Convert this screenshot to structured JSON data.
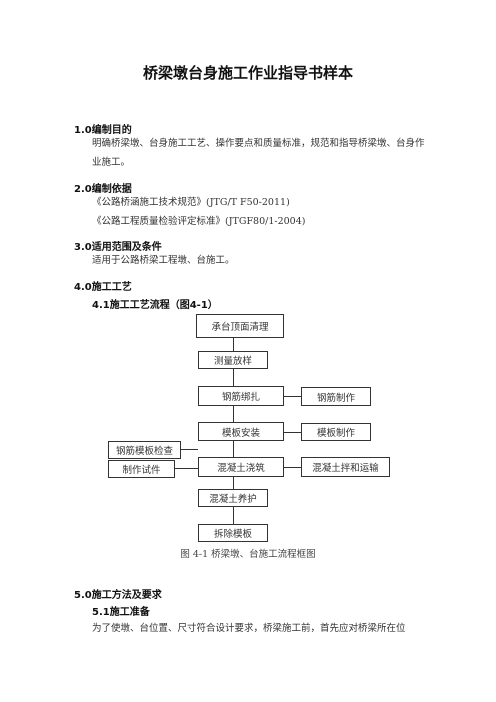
{
  "title": "桥梁墩台身施工作业指导书样本",
  "sections": {
    "s1": {
      "heading": "1.0编制目的",
      "body": "明确桥梁墩、台身施工工艺、操作要点和质量标准，规范和指导桥梁墩、台身作业施工。"
    },
    "s2": {
      "heading": "2.0编制依据",
      "ref1": "《公路桥涵施工技术规范》(JTG/T F50-2011)",
      "ref2": "《公路工程质量检验评定标准》(JTGF80/1-2004)"
    },
    "s3": {
      "heading": "3.0适用范围及条件",
      "body": "适用于公路桥梁工程墩、台施工。"
    },
    "s4": {
      "heading": "4.0施工工艺",
      "sub": "4.1施工工艺流程（图4-1）"
    },
    "s5": {
      "heading": "5.0施工方法及要求",
      "sub": "5.1施工准备",
      "body": "为了使墩、台位置、尺寸符合设计要求，桥梁施工前，首先应对桥梁所在位"
    }
  },
  "flow": {
    "main": [
      "承台顶面清理",
      "测量放样",
      "钢筋绑扎",
      "模板安装",
      "混凝土浇筑",
      "混凝土养护",
      "拆除模板"
    ],
    "right": [
      "钢筋制作",
      "模板制作",
      "混凝土拌和运输"
    ],
    "left": [
      "钢筋模板检查",
      "制作试件"
    ],
    "caption": "图 4-1 桥梁墩、台施工流程框图"
  }
}
